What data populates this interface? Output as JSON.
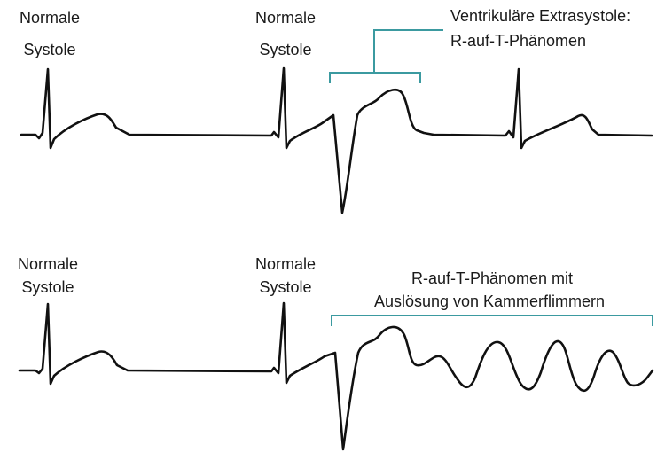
{
  "accent_color": "#3b9aa0",
  "trace_color": "#111111",
  "top": {
    "label_1": [
      "Normale",
      "Systole"
    ],
    "label_2": [
      "Normale",
      "Systole"
    ],
    "annotation": [
      "Ventrikuläre Extrasystole:",
      "R-auf-T-Phänomen"
    ]
  },
  "bottom": {
    "label_1": [
      "Normale",
      "Systole"
    ],
    "label_2": [
      "Normale",
      "Systole"
    ],
    "annotation": [
      "R-auf-T-Phänomen mit",
      "Auslösung von Kammerflimmern"
    ]
  }
}
